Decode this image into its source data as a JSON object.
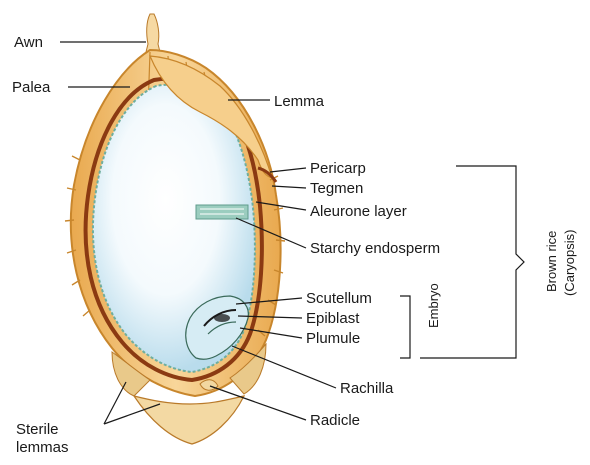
{
  "labels": {
    "awn": "Awn",
    "palea": "Palea",
    "lemma": "Lemma",
    "pericarp": "Pericarp",
    "tegmen": "Tegmen",
    "aleurone": "Aleurone layer",
    "starchy": "Starchy endosperm",
    "scutellum": "Scutellum",
    "epiblast": "Epiblast",
    "plumule": "Plumule",
    "rachilla": "Rachilla",
    "radicle": "Radicle",
    "sterile_1": "Sterile",
    "sterile_2": "lemmas",
    "embryo": "Embryo",
    "brown_rice_1": "Brown rice",
    "brown_rice_2": "(Caryopsis)"
  },
  "colors": {
    "husk": "#f2c27a",
    "husk_edge": "#c8862c",
    "pericarp": "#8b3a12",
    "endosperm": "#dceef8",
    "endosperm_core": "#ffffff",
    "aleurone": "#6fae9e",
    "embryo": "#cfe8f2"
  }
}
